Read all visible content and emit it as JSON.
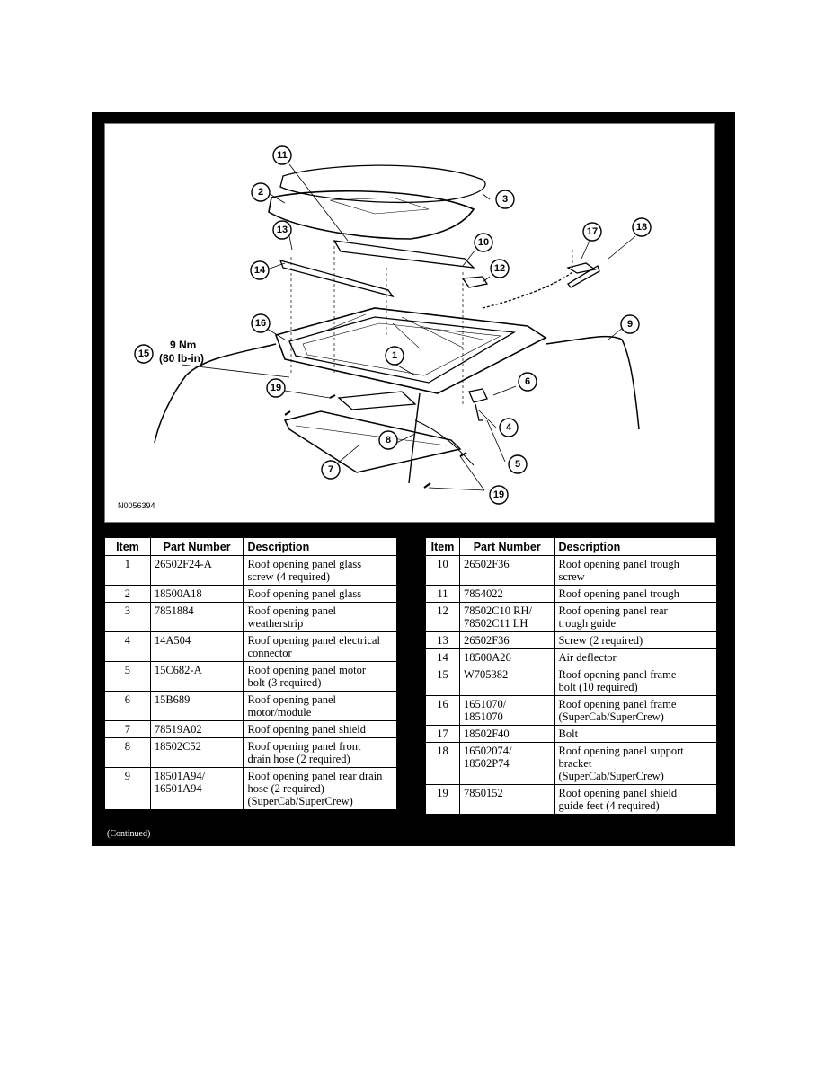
{
  "figure": {
    "figure_id": "N0056394",
    "torque_value": "9 Nm",
    "torque_value_alt": "(80 lb-in)",
    "callouts": [
      "1",
      "2",
      "3",
      "4",
      "5",
      "6",
      "7",
      "8",
      "9",
      "10",
      "11",
      "12",
      "13",
      "14",
      "15",
      "16",
      "17",
      "18",
      "19",
      "19"
    ]
  },
  "table_headers": {
    "item": "Item",
    "part_number": "Part Number",
    "description": "Description"
  },
  "left_rows": [
    {
      "item": "1",
      "part": "26502F24-A",
      "desc": "Roof opening panel glass\nscrew (4 required)"
    },
    {
      "item": "2",
      "part": "18500A18",
      "desc": "Roof opening panel glass"
    },
    {
      "item": "3",
      "part": "7851884",
      "desc": "Roof opening panel\nweatherstrip"
    },
    {
      "item": "4",
      "part": "14A504",
      "desc": "Roof opening panel electrical\nconnector"
    },
    {
      "item": "5",
      "part": "15C682-A",
      "desc": "Roof opening panel motor\nbolt (3 required)"
    },
    {
      "item": "6",
      "part": "15B689",
      "desc": "Roof opening panel\nmotor/module"
    },
    {
      "item": "7",
      "part": "78519A02",
      "desc": "Roof opening panel shield"
    },
    {
      "item": "8",
      "part": "18502C52",
      "desc": "Roof opening panel front\ndrain hose (2 required)"
    },
    {
      "item": "9",
      "part": "18501A94/\n16501A94",
      "desc": "Roof opening panel rear drain\nhose (2 required)\n(SuperCab/SuperCrew)"
    }
  ],
  "right_rows": [
    {
      "item": "10",
      "part": "26502F36",
      "desc": "Roof opening panel trough\nscrew"
    },
    {
      "item": "11",
      "part": "7854022",
      "desc": "Roof opening panel trough"
    },
    {
      "item": "12",
      "part": "78502C10 RH/\n78502C11 LH",
      "desc": "Roof opening panel rear\ntrough guide"
    },
    {
      "item": "13",
      "part": "26502F36",
      "desc": "Screw (2 required)"
    },
    {
      "item": "14",
      "part": "18500A26",
      "desc": "Air deflector"
    },
    {
      "item": "15",
      "part": "W705382",
      "desc": "Roof opening panel frame\nbolt (10 required)"
    },
    {
      "item": "16",
      "part": "1651070/\n1851070",
      "desc": "Roof opening panel frame\n(SuperCab/SuperCrew)"
    },
    {
      "item": "17",
      "part": "18502F40",
      "desc": "Bolt"
    },
    {
      "item": "18",
      "part": "16502074/\n18502P74",
      "desc": "Roof opening panel support\nbracket\n(SuperCab/SuperCrew)"
    },
    {
      "item": "19",
      "part": "7850152",
      "desc": "Roof opening panel shield\nguide feet (4 required)"
    }
  ],
  "continued": "(Continued)"
}
